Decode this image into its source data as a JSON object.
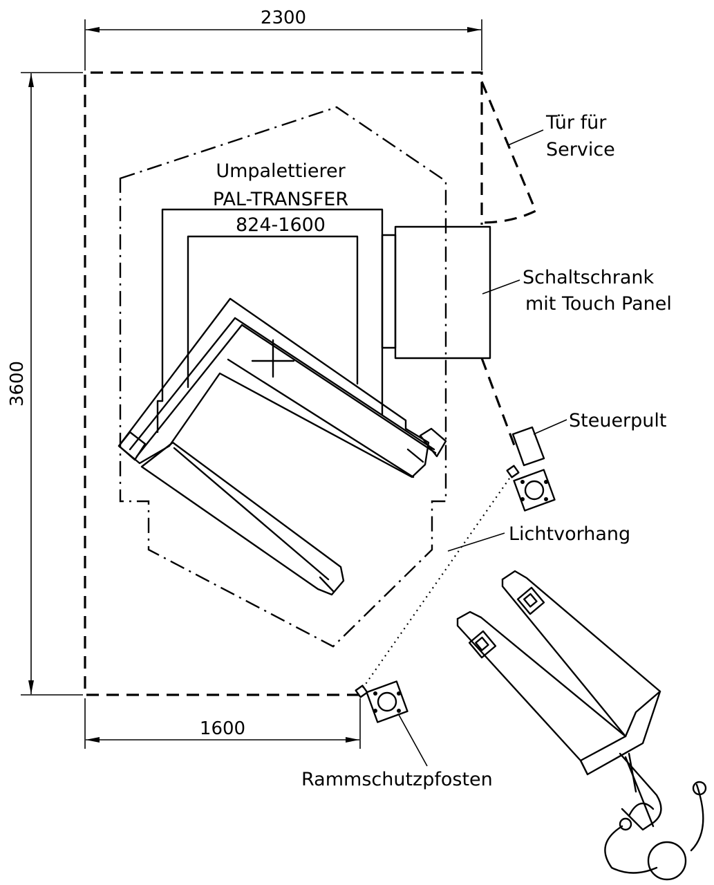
{
  "dimensions": {
    "width_total": "2300",
    "height_total": "3600",
    "width_partial": "1600"
  },
  "machine": {
    "line1": "Umpalettierer",
    "line2": "PAL-TRANSFER",
    "line3": "824-1600"
  },
  "labels": {
    "door_line1": "Tür für",
    "door_line2": "Service",
    "cabinet_line1": "Schaltschrank",
    "cabinet_line2": "mit Touch Panel",
    "control_desk": "Steuerpult",
    "light_curtain": "Lichtvorhang",
    "bollard": "Rammschutzpfosten"
  }
}
